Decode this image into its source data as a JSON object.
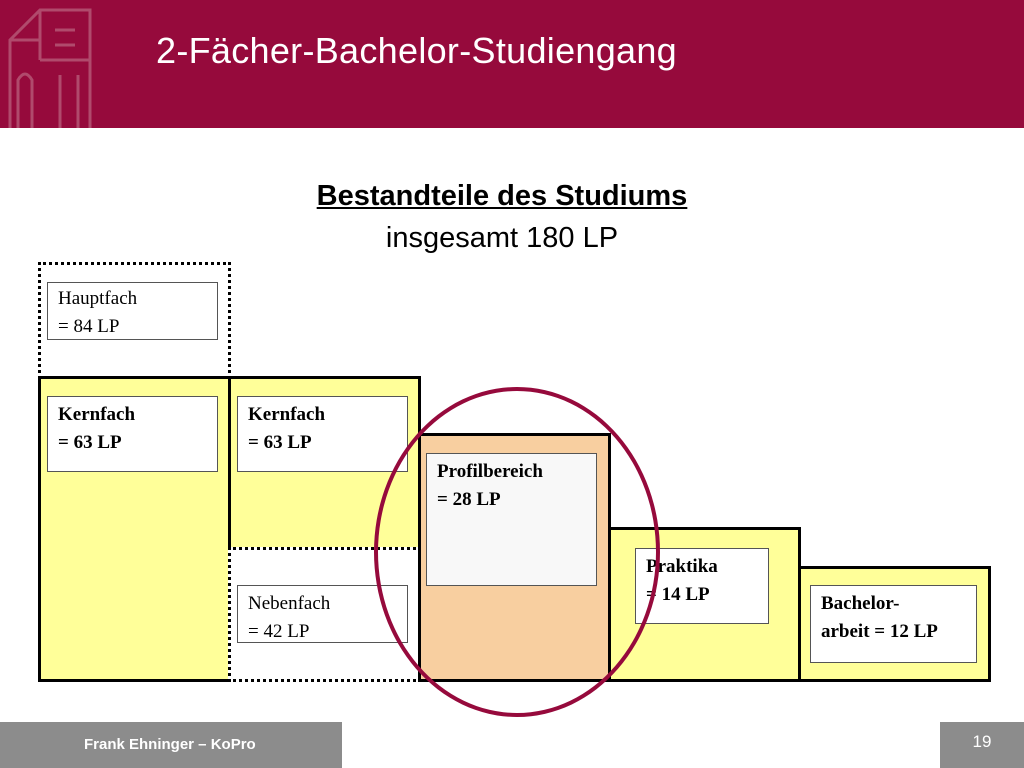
{
  "header": {
    "title": "2-Fächer-Bachelor-Studiengang",
    "colors": {
      "bar": "#960a3c",
      "fill": "#ffff99",
      "profil_fill": "#f8cfa0",
      "circle": "#960a3c",
      "footer": "#8c8c8c"
    },
    "logo_icon": "building-outline-icon"
  },
  "diagram": {
    "heading": "Bestandteile des Studiums",
    "subheading": "insgesamt 180 LP",
    "hauptfach": {
      "line1": "Hauptfach",
      "line2": "= 84 LP"
    },
    "kernfach1": {
      "line1": "Kernfach",
      "line2": "= 63 LP"
    },
    "kernfach2": {
      "line1": "Kernfach",
      "line2": "= 63 LP"
    },
    "nebenfach": {
      "line1": "Nebenfach",
      "line2": "= 42 LP"
    },
    "profil": {
      "line1": "Profilbereich",
      "line2": "= 28 LP"
    },
    "praktika": {
      "line1": "Praktika",
      "line2": "= 14 LP"
    },
    "bachelor": {
      "line1": "Bachelor-",
      "line2": "arbeit = 12 LP"
    }
  },
  "footer": {
    "author": "Frank Ehninger – KoPro",
    "page": "19"
  }
}
